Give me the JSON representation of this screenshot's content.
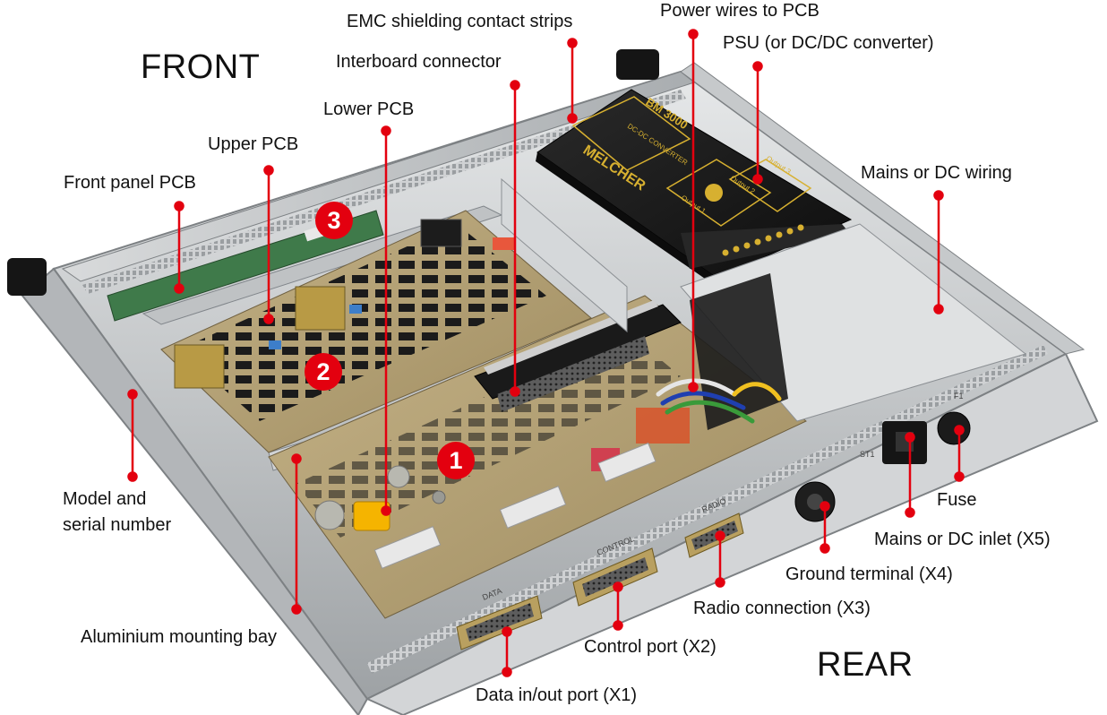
{
  "headings": {
    "front": "FRONT",
    "rear": "REAR"
  },
  "labels": {
    "emc_strips": "EMC shielding contact strips",
    "power_wires": "Power wires to PCB",
    "psu": "PSU (or DC/DC converter)",
    "interboard": "Interboard connector",
    "lower_pcb": "Lower PCB",
    "upper_pcb": "Upper PCB",
    "front_panel_pcb": "Front panel PCB",
    "mains_wiring": "Mains or DC wiring",
    "model_serial_1": "Model and",
    "model_serial_2": "serial number",
    "fuse": "Fuse",
    "mains_inlet": "Mains or DC inlet (X5)",
    "ground": "Ground terminal (X4)",
    "radio": "Radio connection (X3)",
    "mounting_bay": "Aluminium mounting bay",
    "control_port": "Control port (X2)",
    "data_port": "Data in/out port (X1)"
  },
  "badges": {
    "one": "1",
    "two": "2",
    "three": "3"
  },
  "device_markings": {
    "psu_brand": "MELCHER",
    "psu_model": "BM 3000",
    "psu_type": "DC-DC CONVERTER",
    "psu_output_1": "Output 1",
    "psu_output_2": "Output 2",
    "psu_output_3": "Output 3",
    "connector_data": "DATA",
    "connector_control": "CONTROL",
    "connector_radio": "RADIO",
    "fuse_marking": "F1",
    "inlet_marking": "ST1"
  },
  "colors": {
    "callout": "#e3000f",
    "aluminium": "#c9ccce",
    "pcb": "#b8a67c",
    "psu": "#1c1c1c"
  }
}
